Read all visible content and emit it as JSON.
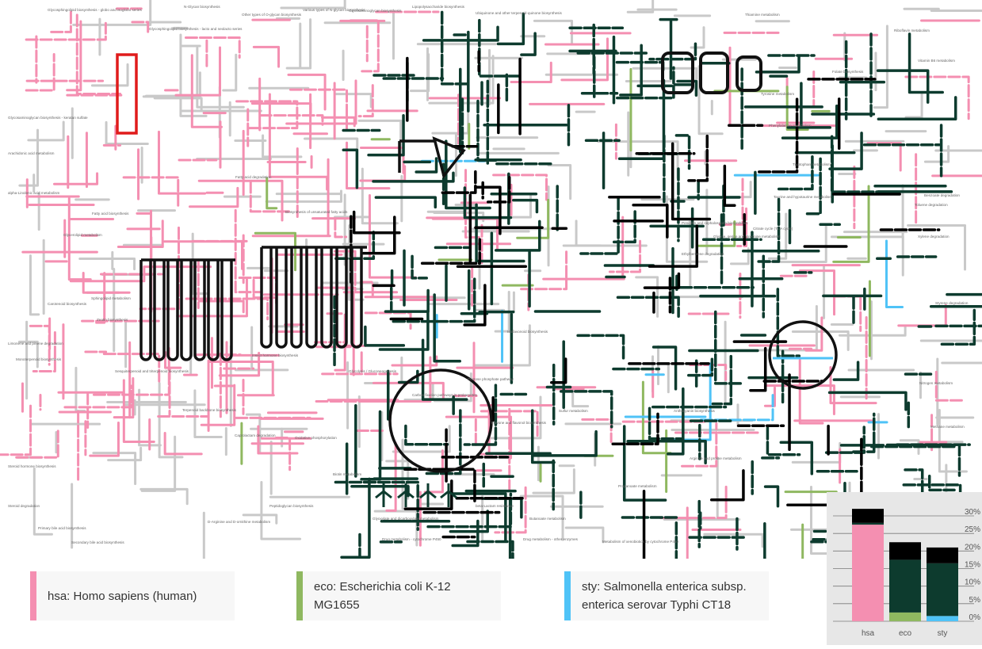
{
  "map": {
    "colors": {
      "hsa": "#f48fb1",
      "eco_line": "#0d3b2e",
      "eco": "#8fb860",
      "sty": "#4fc3f7",
      "gray": "#c9c9c9",
      "highlight": "#e01b1b"
    },
    "labels": [
      "Glycosphingolipid biosynthesis - globo and isoglobo series",
      "Glycosphingolipid biosynthesis - lacto and neolacto series",
      "N-Glycan biosynthesis",
      "Other types of O-glycan biosynthesis",
      "Various types of N-glycan biosynthesis",
      "Glycosaminoglycan biosynthesis",
      "Lipopolysaccharide biosynthesis",
      "Ubiquinone and other terpenoid-quinone biosynthesis",
      "Thiamine metabolism",
      "Riboflavin metabolism",
      "Folate biosynthesis",
      "Vitamin B6 metabolism",
      "Glycosaminoglycan biosynthesis - keratan sulfate",
      "Arachidonic acid metabolism",
      "alpha-Linolenic acid metabolism",
      "Fatty acid biosynthesis",
      "Fatty acid degradation",
      "Biosynthesis of unsaturated fatty acids",
      "Glycerolipid metabolism",
      "Sphingolipid metabolism",
      "Carotenoid biosynthesis",
      "Zeatin biosynthesis",
      "Limonene and pinene degradation",
      "Monoterpenoid biosynthesis",
      "Sesquiterpenoid and triterpenoid biosynthesis",
      "Insect hormone biosynthesis",
      "Terpenoid backbone biosynthesis",
      "Caprolactam degradation",
      "Steroid hormone biosynthesis",
      "Steroid degradation",
      "Primary bile acid biosynthesis",
      "Secondary bile acid biosynthesis",
      "Drug metabolism - cytochrome P450",
      "Drug metabolism - other enzymes",
      "Metabolism of xenobiotics by cytochrome P450",
      "Tyrosine metabolism",
      "Phenylalanine metabolism",
      "Tryptophan metabolism",
      "Taurine and hypotaurine metabolism",
      "Citrate cycle (TCA cycle)",
      "Glycolysis / Gluconeogenesis",
      "Pentose phosphate pathway",
      "Carbon fixation pathways in prokaryotes",
      "Oxidative phosphorylation",
      "Glyoxylate and dicarboxylate metabolism",
      "Butanoate metabolism",
      "Propanoate metabolism",
      "Nitrogen metabolism",
      "Methane metabolism",
      "Styrene degradation",
      "Toluene degradation",
      "Xylene degradation",
      "Benzoate degradation",
      "Ethylbenzene degradation",
      "Penicillin and cephalosporin biosynthesis",
      "beta-Lactam resistance",
      "Biotin metabolism",
      "D-Arginine and D-ornithine metabolism",
      "Peptidoglycan biosynthesis",
      "Arginine and proline metabolism",
      "Glycine, serine and threonine metabolism",
      "Anthocyanin biosynthesis",
      "Flavone and flavonol biosynthesis",
      "Isoflavonoid biosynthesis",
      "Sulfur metabolism"
    ]
  },
  "legend": {
    "hsa": {
      "label": "hsa: Homo sapiens (human)",
      "color": "#f48fb1"
    },
    "eco": {
      "label": "eco: Escherichia coli K-12\nMG1655",
      "color": "#8fb860"
    },
    "sty": {
      "label": "sty: Salmonella enterica subsp.\nenterica serovar Typhi CT18",
      "color": "#4fc3f7"
    }
  },
  "chart_data": {
    "type": "bar",
    "categories": [
      "hsa",
      "eco",
      "sty"
    ],
    "y_tick_labels": [
      "30%",
      "25%",
      "20%",
      "15%",
      "10%",
      "5%",
      "0%"
    ],
    "ylim": [
      0,
      30
    ],
    "grid": true,
    "stacked": true,
    "series": [
      {
        "color": "#f48fb1",
        "values": [
          27.5,
          0,
          0
        ]
      },
      {
        "color": "#8fb860",
        "values": [
          0,
          2.5,
          0
        ]
      },
      {
        "color": "#4fc3f7",
        "values": [
          0,
          0,
          1.5
        ]
      },
      {
        "color": "#0d3b2e",
        "values": [
          0.5,
          15,
          15
        ]
      },
      {
        "color": "#000000",
        "values": [
          4,
          5,
          4.5
        ]
      }
    ]
  }
}
